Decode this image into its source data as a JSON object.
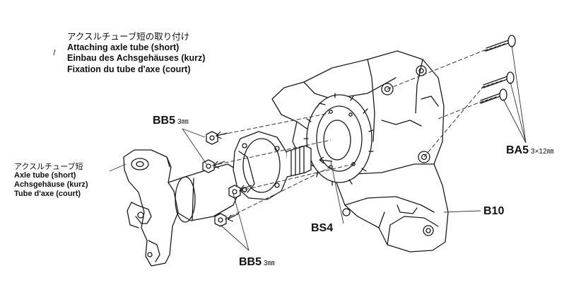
{
  "instruction": {
    "japanese": "アクスルチューブ短の取り付け",
    "english": "Attaching axle tube (short)",
    "german": "Einbau des Achsgehäuses (kurz)",
    "french": "Fixation du tube d'axe (court)"
  },
  "axle_tube_note": {
    "japanese": "アクスルチューブ短",
    "english": "Axle tube (short)",
    "german": "Achsgehäuse (kurz)",
    "french": "Tube d'axe (court)"
  },
  "labels": {
    "bb5_top": {
      "code": "BB5",
      "spec": "3㎜"
    },
    "bb5_bottom": {
      "code": "BB5",
      "spec": "3㎜"
    },
    "bs4": {
      "code": "BS4"
    },
    "ba5": {
      "code": "BA5",
      "spec": "3×12㎜"
    },
    "b10": {
      "code": "B10"
    }
  },
  "colors": {
    "line": "#1a1a1a",
    "leader": "#333333"
  }
}
